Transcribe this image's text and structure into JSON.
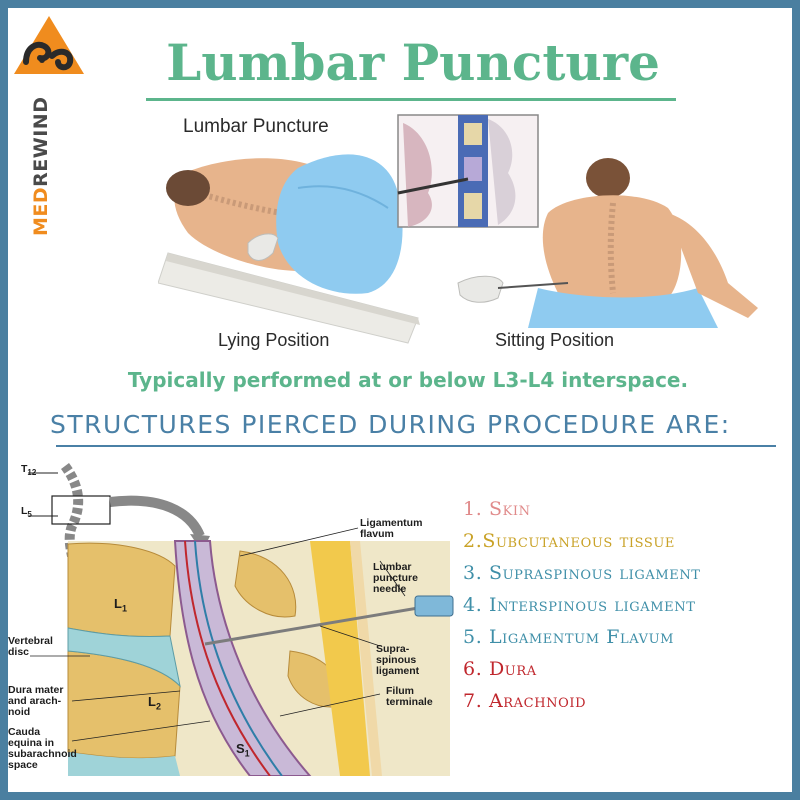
{
  "page": {
    "title": "Lumbar Puncture",
    "subtitle": "Typically performed at or below L3-L4 interspace.",
    "heading": "STRUCTURES PIERCED DURING PROCEDURE ARE:"
  },
  "logo": {
    "name_part1": "MED",
    "name_part2": "REWIND",
    "colors": {
      "part1": "#f08c1e",
      "part2": "#4a4a4a",
      "mark": "#f08c1e"
    }
  },
  "procedure_figure": {
    "caption": "Lumbar Puncture",
    "lying_label": "Lying Position",
    "sitting_label": "Sitting Position"
  },
  "anatomy_figure": {
    "labels": {
      "t12": "T",
      "t12_sub": "12",
      "l5": "L",
      "l5_sub": "5",
      "l1": "L",
      "l1_sub": "1",
      "l2": "L",
      "l2_sub": "2",
      "s1": "S",
      "s1_sub": "1",
      "ligamentum_flavum": "Ligamentum\nflavum",
      "lumbar_needle": "Lumbar\npuncture\nneedle",
      "vertebral_disc": "Vertebral\ndisc",
      "supraspinous": "Supra-\nspinous\nligament",
      "dura": "Dura mater\nand arach-\nnoid",
      "filum": "Filum\nterminale",
      "cauda": "Cauda\nequina in\nsubarachnoid\nspace"
    }
  },
  "structures": [
    {
      "text": "1. Skin",
      "color": "#e08a8a"
    },
    {
      "text": "2.Subcutaneous tissue",
      "color": "#c9a227"
    },
    {
      "text": "3. Supraspinous ligament",
      "color": "#3f8fa8"
    },
    {
      "text": "4. Interspinous ligament",
      "color": "#3f8fa8"
    },
    {
      "text": "5. Ligamentum Flavum",
      "color": "#3f8fa8"
    },
    {
      "text": "6. Dura",
      "color": "#c0272d"
    },
    {
      "text": "7. Arachnoid",
      "color": "#c0272d"
    }
  ],
  "colors": {
    "frame": "#4a7fa0",
    "title_green": "#5cb58c",
    "heading_blue": "#4a80a6"
  }
}
